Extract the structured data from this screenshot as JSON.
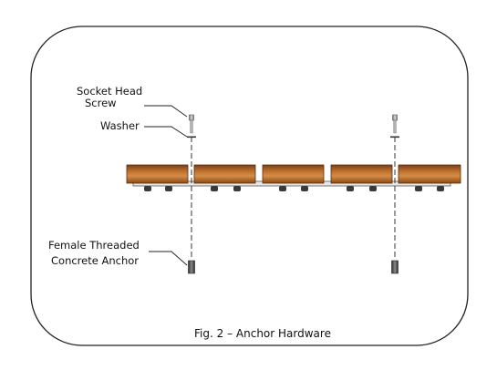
{
  "labels": {
    "screw_line1": "Socket Head",
    "screw_line2": "Screw",
    "washer": "Washer",
    "anchor_line1": "Female Threaded",
    "anchor_line2": "Concrete Anchor"
  },
  "caption": "Fig. 2 – Anchor Hardware",
  "colors": {
    "wood_dark": "#7a3f14",
    "wood_mid": "#b8692a",
    "wood_light": "#d88f48",
    "metal": "#9a9a9a",
    "metal_dark": "#3c3c3c",
    "line": "#222222"
  },
  "block_count": 5,
  "anchor_count": 2
}
